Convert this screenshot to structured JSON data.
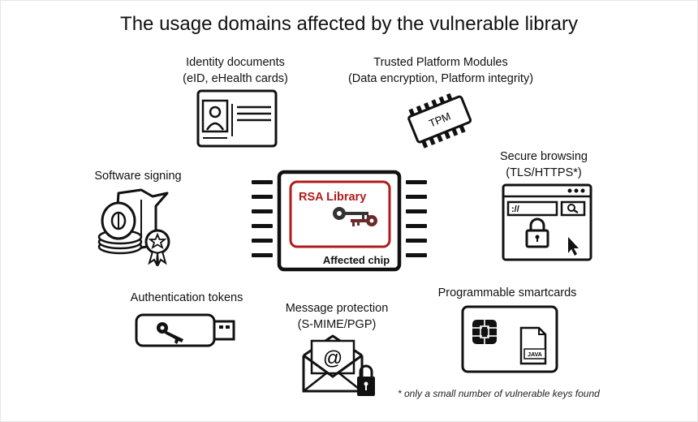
{
  "title": "The usage domains affected by the vulnerable library",
  "chip": {
    "library_label": "RSA Library",
    "chip_label": "Affected chip"
  },
  "domains": {
    "identity": {
      "line1": "Identity documents",
      "line2": "(eID, eHealth cards)"
    },
    "tpm": {
      "line1": "Trusted Platform Modules",
      "line2": "(Data encryption, Platform integrity)",
      "badge": "TPM"
    },
    "browsing": {
      "line1": "Secure browsing",
      "line2": "(TLS/HTTPS*)",
      "url_prefix": "://"
    },
    "signing": {
      "line1": "Software signing"
    },
    "tokens": {
      "line1": "Authentication tokens"
    },
    "message": {
      "line1": "Message protection",
      "line2": "(S-MIME/PGP)",
      "symbol": "@"
    },
    "smartcards": {
      "line1": "Programmable smartcards",
      "file_tag": "JAVA"
    }
  },
  "footnote": "* only a small number of vulnerable keys found",
  "colors": {
    "accent_red": "#b01c1c",
    "outline": "#111111"
  },
  "icons": [
    "id-card-icon",
    "tpm-chip-icon",
    "browser-lock-icon",
    "software-box-icon",
    "usb-key-icon",
    "envelope-lock-icon",
    "smartcard-icon",
    "key-icon"
  ]
}
